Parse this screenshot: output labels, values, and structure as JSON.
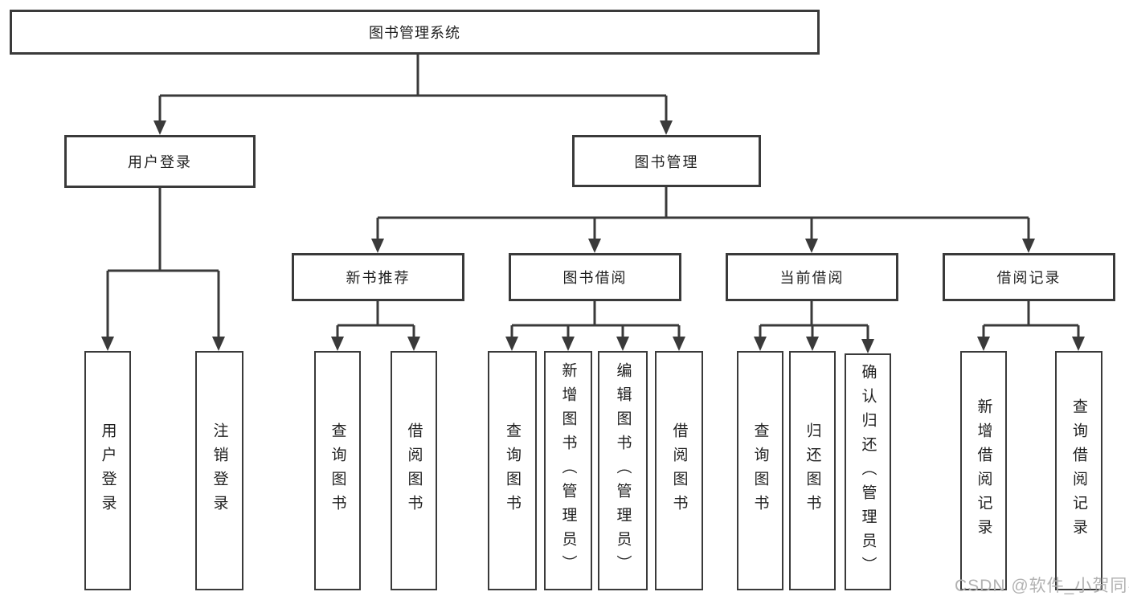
{
  "diagram": {
    "root": {
      "label": "图书管理系统"
    },
    "branches": [
      {
        "label": "用户登录",
        "leaves": [
          "用户登录",
          "注销登录"
        ]
      },
      {
        "label": "图书管理",
        "groups": [
          {
            "label": "新书推荐",
            "leaves": [
              "查询图书",
              "借阅图书"
            ]
          },
          {
            "label": "图书借阅",
            "leaves": [
              "查询图书",
              "新增图书（管理员）",
              "编辑图书（管理员）",
              "借阅图书"
            ]
          },
          {
            "label": "当前借阅",
            "leaves": [
              "查询图书",
              "归还图书",
              "确认归还（管理员）"
            ]
          },
          {
            "label": "借阅记录",
            "leaves": [
              "新增借阅记录",
              "查询借阅记录"
            ]
          }
        ]
      }
    ]
  },
  "watermark": {
    "text": "CSDN @软件_小贺同学"
  },
  "colors": {
    "line": "#3a3a3a",
    "box_border": "#3a3a3a",
    "text": "#1f1f1f",
    "watermark": "#b2b2b2",
    "background": "#ffffff"
  }
}
